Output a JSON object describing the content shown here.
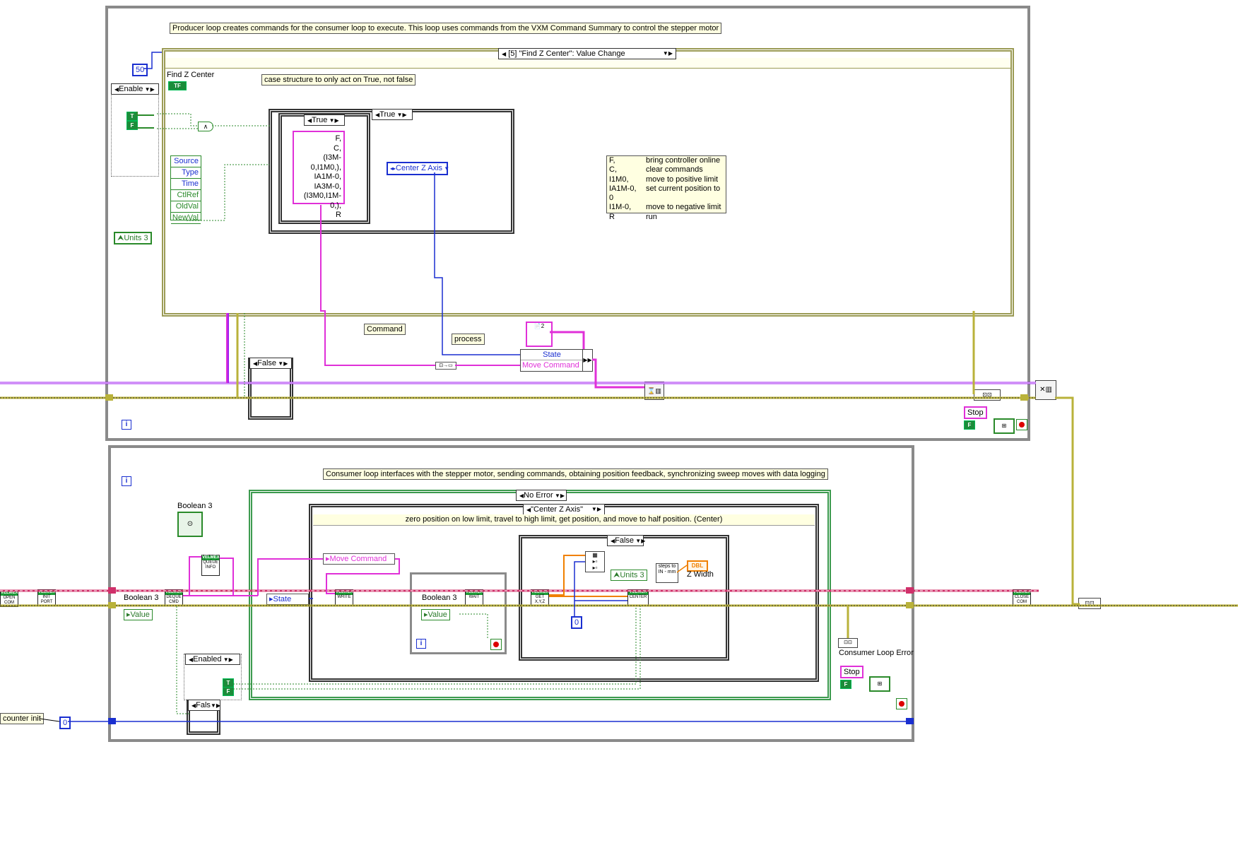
{
  "producer": {
    "comment": "Producer loop creates commands for the consumer loop to execute. This loop uses commands from the VXM Command Summary to control the stepper motor",
    "timeout_const": "50",
    "event_selector": "[5] \"Find Z Center\": Value Change",
    "event_label": "Find Z Center",
    "enable_selector": "Enable",
    "case_comment": "case structure to only act on True, not false",
    "inner_case_1": "True",
    "inner_case_2": "True",
    "command_string": [
      "F,",
      "C,",
      "(I3M-0,I1M0,),",
      "IA1M-0,",
      "IA3M-0,",
      "(I3M0,I1M-0,),",
      "R"
    ],
    "enum_const": "Center Z Axis",
    "event_data": [
      "Source",
      "Type",
      "Time",
      "CtlRef",
      "OldVal",
      "NewVal"
    ],
    "units_ref": "Units 3",
    "legend_notes": [
      {
        "code": "F,",
        "desc": "bring controller online"
      },
      {
        "code": "C,",
        "desc": "clear commands"
      },
      {
        "code": "I1M0,",
        "desc": "move to positive limit"
      },
      {
        "code": "IA1M-0,",
        "desc": "set current position to 0"
      },
      {
        "code": "I1M-0,",
        "desc": "move to negative limit"
      },
      {
        "code": "R",
        "desc": "run"
      }
    ],
    "label_command": "Command",
    "label_process": "process",
    "bundle_fields": [
      "State",
      "Move Command"
    ],
    "false_case": "False",
    "stop_label": "Stop",
    "iteration": "i"
  },
  "consumer": {
    "comment": "Consumer loop interfaces with the stepper motor, sending commands, obtaining position feedback, synchronizing sweep moves with data logging",
    "iteration": "i",
    "boolean_label": "Boolean 3",
    "no_error_selector": "No Error",
    "case_selector": "\"Center Z Axis\"",
    "case_comment": "zero position on low limit, travel to high limit, get position, and move to half position. (Center)",
    "move_command": "Move Command",
    "state_label": "State",
    "boolean_inner": "Boolean 3",
    "value_label": "Value",
    "false_case": "False",
    "units_ref": "Units 3",
    "steps_vi": "steps to IN - mm",
    "dbl_label": "DBL",
    "z_width": "Z Width",
    "zero_const": "0",
    "enabled_selector": "Enabled",
    "fals_selector": "Fals",
    "counter_init": "counter init",
    "counter_const": "0",
    "consumer_error": "Consumer Loop Error",
    "stop_label": "Stop",
    "subvis": {
      "open": "OPEN COM",
      "init": "INIT PORT",
      "deque": "DEQUE CMD",
      "queue": "QUEUE INFO",
      "write": "WRITE",
      "wait": "WAIT",
      "get": "GET X,Y,Z",
      "center": "CENTER",
      "close": "CLOSE COM",
      "brand": "VELMEX"
    }
  },
  "colors": {
    "loop_border": "#8a8a8a",
    "string_wire": "#e030d8",
    "enum_wire": "#1a2fd0",
    "bool_wire": "#2a8a2a",
    "error_wire": "#b9b23a",
    "ref_wire": "#a020f0",
    "visa_wire": "#d0306a",
    "dbl_wire": "#f08000"
  }
}
